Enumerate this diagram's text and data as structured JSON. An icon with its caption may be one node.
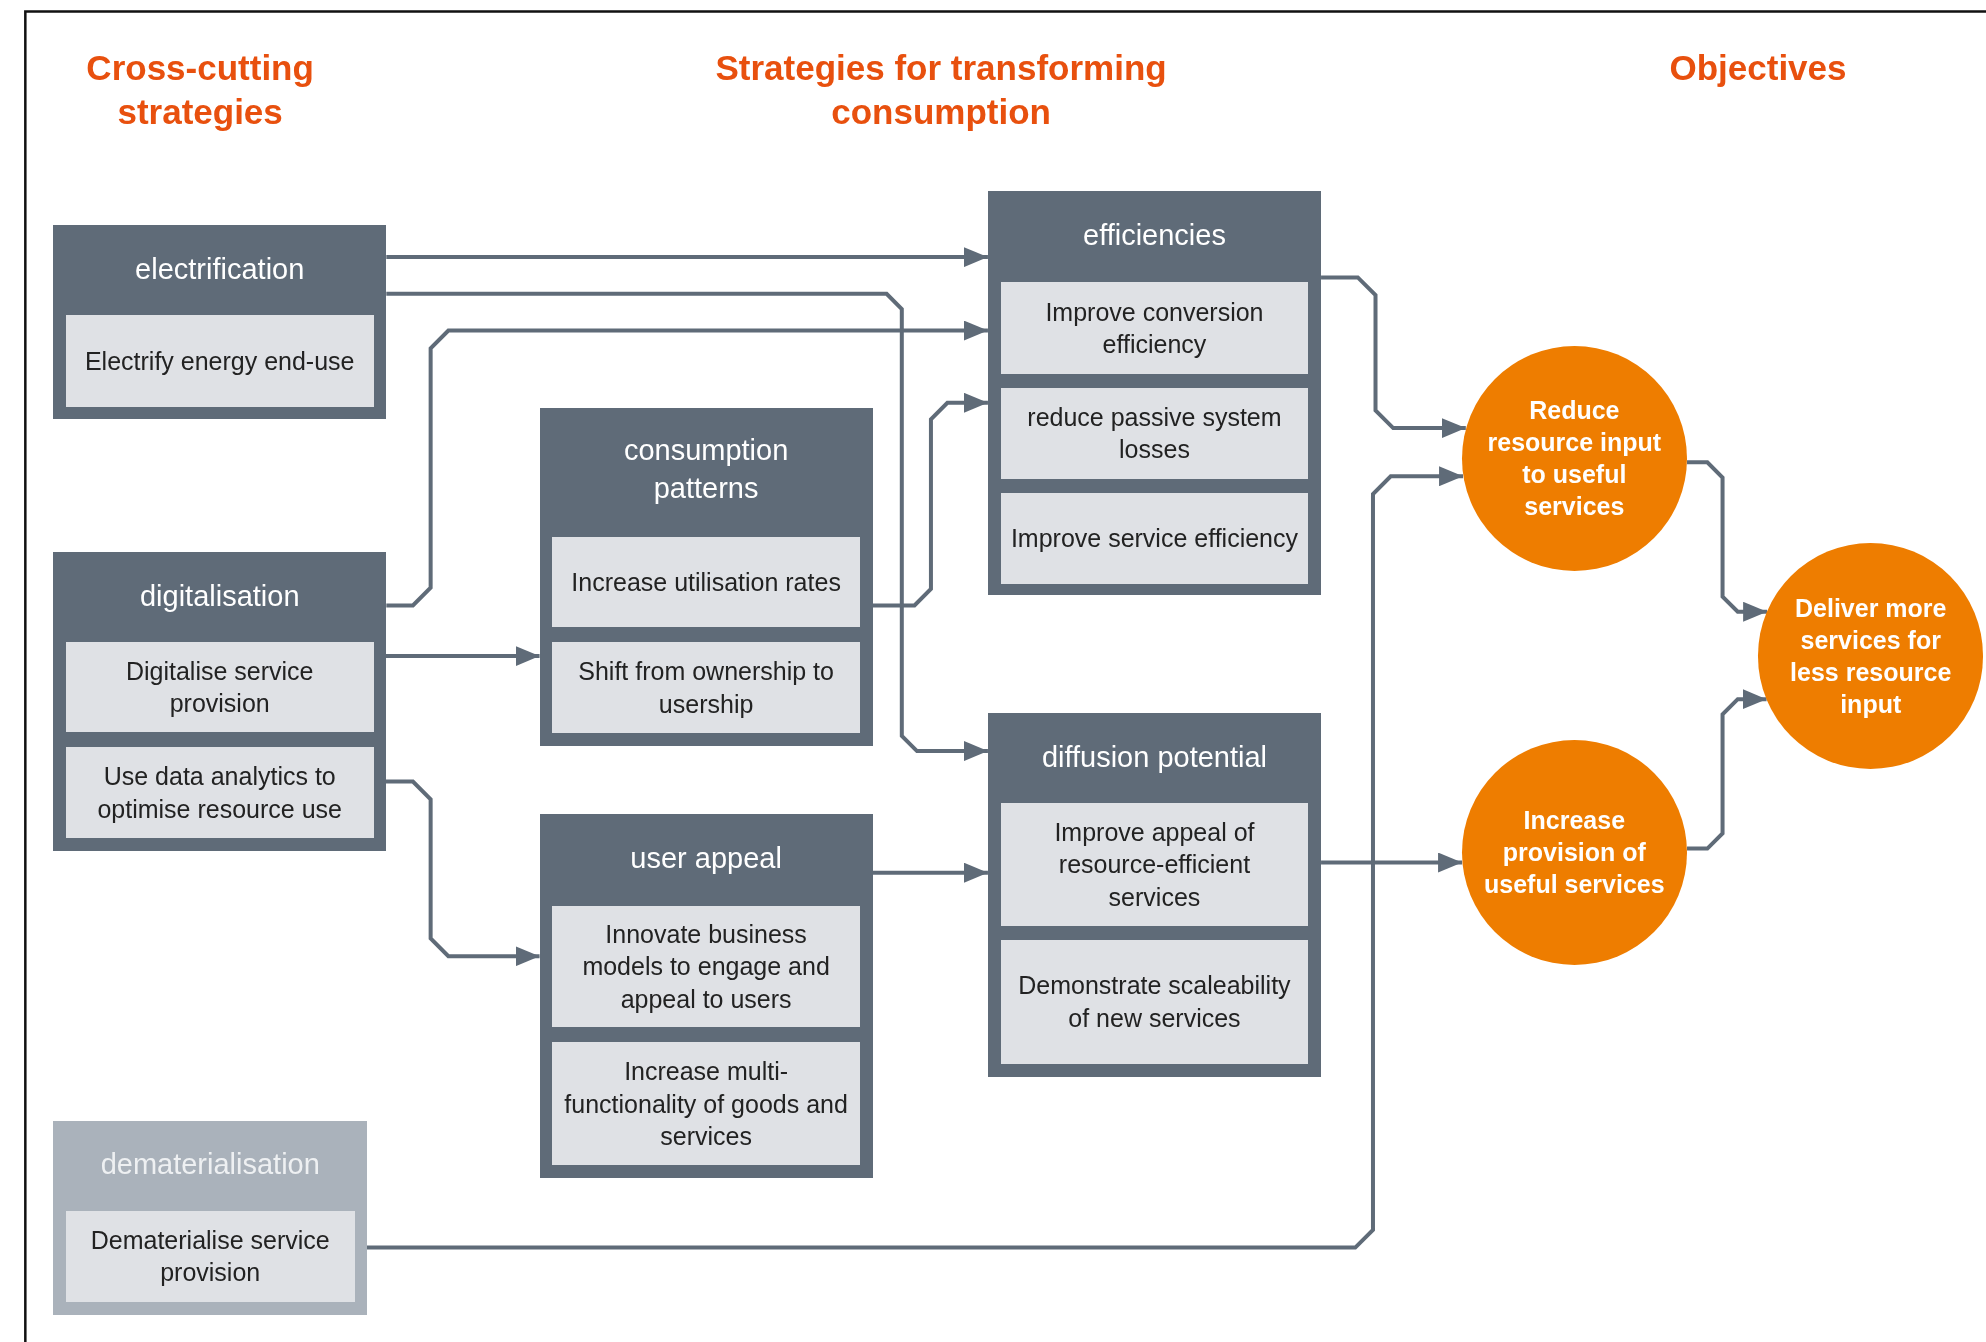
{
  "diagram": {
    "nodes": [
      {
        "text": [
          "electrification"
        ]
      },
      {
        "text": [
          "Electrify energy end-use"
        ],
        "in": 0
      },
      {
        "text": [
          "digitalisation"
        ]
      },
      {
        "text": [
          "Digitalise service provision"
        ],
        "in": 2
      },
      {
        "text": [
          "Use data analytics to optimise resource use"
        ],
        "in": 2
      },
      {
        "text": [
          "dematerialisation"
        ]
      },
      {
        "text": [
          "Dematerialise service provision"
        ],
        "in": 5
      },
      {
        "text": [
          "consumption patterns"
        ]
      },
      {
        "text": [
          "Increase utilisation rates"
        ],
        "in": 7
      },
      {
        "text": [
          "Shift from ownership to usership"
        ],
        "in": 7
      },
      {
        "text": [
          "user appeal"
        ]
      },
      {
        "text": [
          "Innovate business models to engage and appeal to users"
        ],
        "in": 10
      },
      {
        "text": [
          "Increase multi-functionality of goods and services"
        ],
        "in": 10
      },
      {
        "text": [
          "efficiencies"
        ]
      },
      {
        "text": [
          "Improve conversion efficiency"
        ],
        "in": 13
      },
      {
        "text": [
          "reduce passive system losses"
        ],
        "in": 13
      },
      {
        "text": [
          "Improve service efficiency"
        ],
        "in": 13
      },
      {
        "text": [
          "diffusion potential"
        ]
      },
      {
        "text": [
          "Improve appeal of resource-efficient services"
        ],
        "in": 17
      },
      {
        "text": [
          "Demonstrate scaleability of new services"
        ],
        "in": 17
      },
      {
        "text": [
          "Reduce resource input to useful services"
        ]
      },
      {
        "text": [
          "Increase provision of useful services"
        ]
      },
      {
        "text": [
          "Deliver more services for less resource input"
        ]
      }
    ],
    "edges": [
      {
        "from": 0,
        "to": 13,
        "arrow": "to"
      },
      {
        "from": 0,
        "to": 17,
        "arrow": "to"
      },
      {
        "from": 2,
        "to": 13,
        "arrow": "to"
      },
      {
        "from": 3,
        "to": 7,
        "arrow": "to"
      },
      {
        "from": 4,
        "to": 10,
        "arrow": "to"
      },
      {
        "from": 7,
        "to": 13,
        "arrow": "to"
      },
      {
        "from": 10,
        "to": 17,
        "arrow": "to"
      },
      {
        "from": 13,
        "to": 20,
        "arrow": "to"
      },
      {
        "from": 6,
        "to": 20,
        "arrow": "to"
      },
      {
        "from": 17,
        "to": 21,
        "arrow": "to"
      },
      {
        "from": 20,
        "to": 22,
        "arrow": "to"
      },
      {
        "from": 21,
        "to": 22,
        "arrow": "to"
      }
    ],
    "labels": [
      "Cross-cutting strategies",
      "Strategies for transforming consumption",
      "Objectives"
    ]
  }
}
